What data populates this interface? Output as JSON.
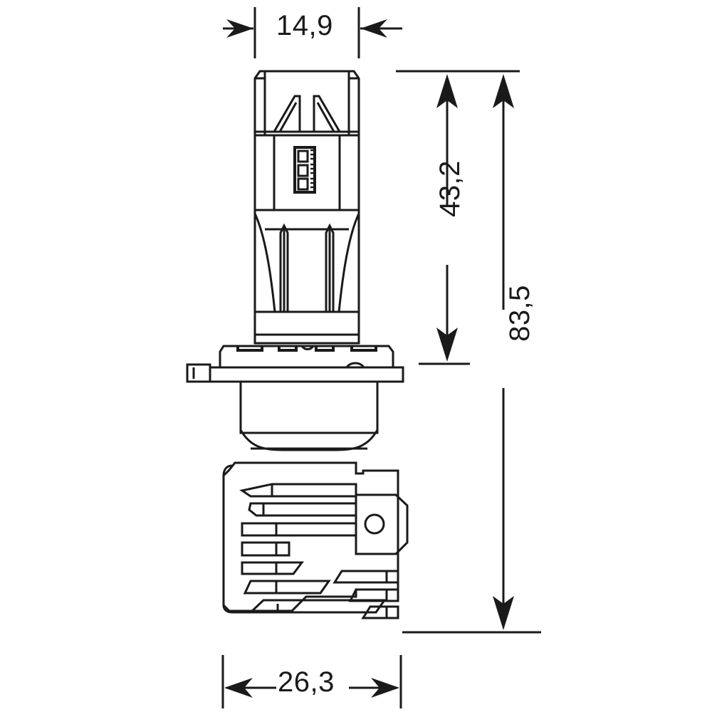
{
  "drawing": {
    "type": "technical-dimension-drawing",
    "subject": "LED headlight bulb H4 style",
    "background_color": "#ffffff",
    "line_color": "#1a1a1a",
    "units": "mm",
    "dimensions": {
      "width_top": {
        "value": "14,9",
        "orientation": "horizontal",
        "position": "top",
        "arrow_style": "inward"
      },
      "width_bottom": {
        "value": "26,3",
        "orientation": "horizontal",
        "position": "bottom",
        "arrow_style": "outward"
      },
      "height_inner": {
        "value": "43,2",
        "orientation": "vertical",
        "position": "right-inner",
        "arrow_style": "outward"
      },
      "height_outer": {
        "value": "83,5",
        "orientation": "vertical",
        "position": "right-outer",
        "arrow_style": "outward"
      }
    },
    "parts": {
      "top_cap": "top-cap-with-fins",
      "led_chip": "led-chip-array",
      "body": "tapered-body-with-rods",
      "flange": "h4-base-flange",
      "neck": "neck-collar",
      "heatsink": "finned-heatsink",
      "connector_tab": "mounting-tab-with-hole"
    }
  }
}
